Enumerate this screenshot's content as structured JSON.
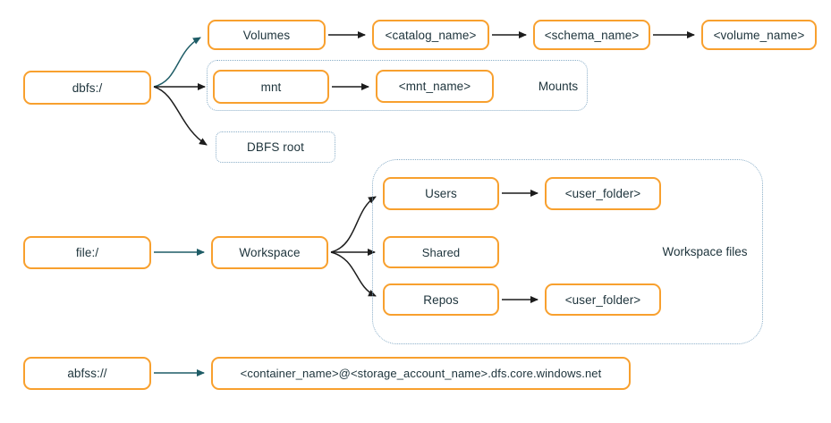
{
  "colors": {
    "node_border": "#F8A02E",
    "group_border": "#8AAEC8",
    "arrow_dark": "#1C1C1C",
    "arrow_teal": "#1E5C66",
    "text": "#1D333B",
    "background": "#FFFFFF"
  },
  "nodes": {
    "dbfs": "dbfs:/",
    "volumes": "Volumes",
    "catalog_name": "<catalog_name>",
    "schema_name": "<schema_name>",
    "volume_name": "<volume_name>",
    "mnt": "mnt",
    "mnt_name": "<mnt_name>",
    "dbfs_root": "DBFS root",
    "file": "file:/",
    "workspace": "Workspace",
    "users": "Users",
    "user_folder_top": "<user_folder>",
    "shared": "Shared",
    "repos": "Repos",
    "user_folder_bottom": "<user_folder>",
    "abfss": "abfss://",
    "adls_path": "<container_name>@<storage_account_name>.dfs.core.windows.net"
  },
  "groups": {
    "mounts": "Mounts",
    "workspace_files": "Workspace files"
  }
}
